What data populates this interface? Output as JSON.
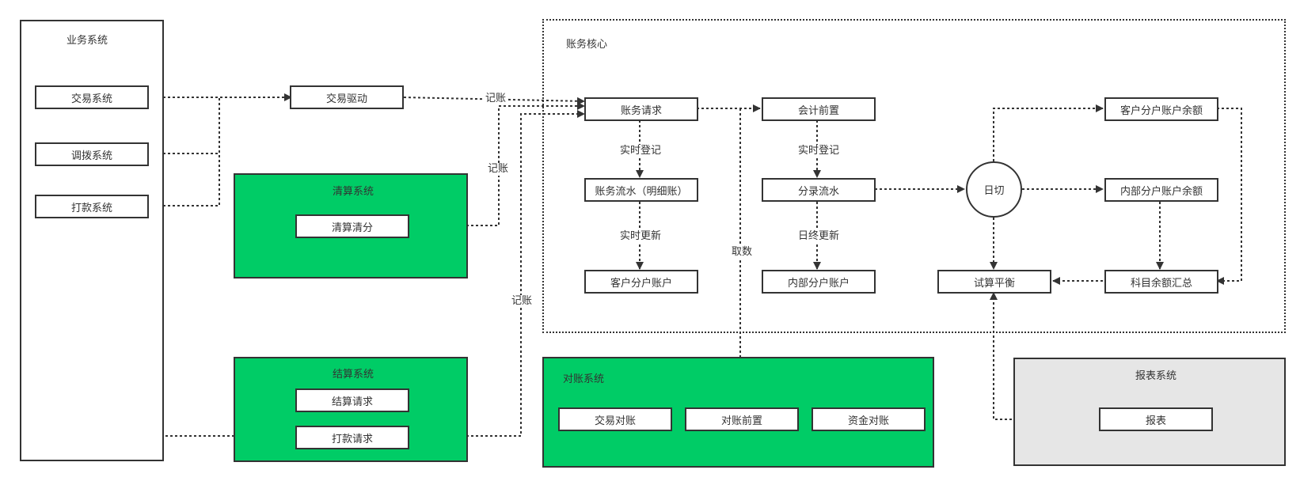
{
  "business": {
    "title": "业务系统",
    "trade_system": "交易系统",
    "transfer_system": "调拨系统",
    "payout_system": "打款系统"
  },
  "trade_driver": "交易驱动",
  "clearing": {
    "title": "清算系统",
    "clearing_split": "清算清分"
  },
  "settlement": {
    "title": "结算系统",
    "settle_request": "结算请求",
    "payout_request": "打款请求"
  },
  "core": {
    "title": "账务核心",
    "account_request": "账务请求",
    "account_flow": "账务流水（明细账）",
    "customer_account": "客户分户账户",
    "accounting_front": "会计前置",
    "entry_flow": "分录流水",
    "internal_account": "内部分户账户",
    "day_cut": "日切",
    "customer_balance": "客户分户账户余额",
    "internal_balance": "内部分户账户余额",
    "subject_summary": "科目余额汇总",
    "trial_balance": "试算平衡"
  },
  "reconciliation": {
    "title": "对账系统",
    "trade_recon": "交易对账",
    "recon_front": "对账前置",
    "fund_recon": "资金对账"
  },
  "report": {
    "title": "报表系统",
    "report": "报表"
  },
  "edge_labels": {
    "booking_1": "记账",
    "booking_2": "记账",
    "booking_3": "记账",
    "realtime_register_1": "实时登记",
    "realtime_register_2": "实时登记",
    "realtime_update": "实时更新",
    "eod_update": "日终更新",
    "fetch": "取数"
  }
}
